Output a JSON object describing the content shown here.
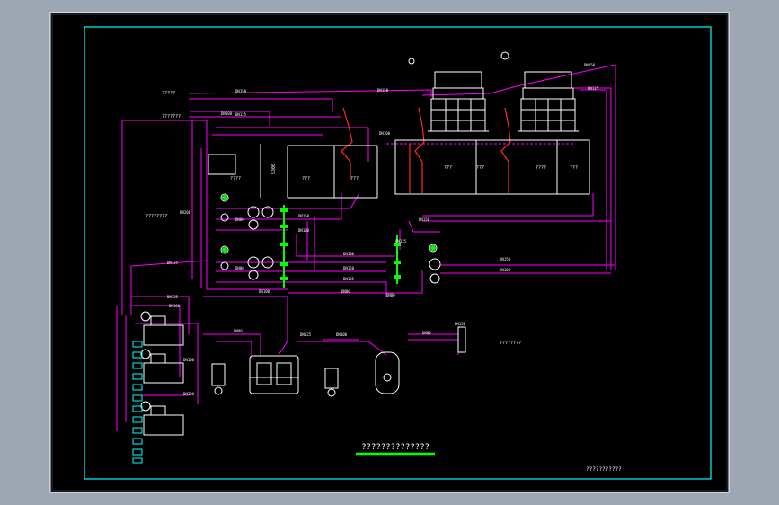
{
  "canvas": {
    "bg": "#9ca7b3",
    "sheet": "#000000",
    "frame_color": "#00ffff"
  },
  "colors": {
    "pipe": "#ff00ff",
    "equipment": "#ffffff",
    "riser": "#ff2a2a",
    "manifold": "#00ff00",
    "text": "#ffffff",
    "accent": "#00ff00"
  },
  "title_block": {
    "title": "??????????????",
    "stamp": "???????????"
  },
  "left_notes": {
    "note1": "?????",
    "note2": "???????"
  },
  "tower_labels": {
    "t1": "???",
    "t2": "???",
    "t3": "????",
    "t4": "???",
    "t5": "????"
  },
  "pipe_labels": [
    "DN150",
    "DN125",
    "DN150",
    "DN100",
    "DN150",
    "DN125",
    "DN100",
    "DN200",
    "DN80",
    "DN150",
    "DN100",
    "DN125",
    "DN80",
    "DN100",
    "DN150",
    "DN125",
    "DN100",
    "DN80",
    "DN150",
    "DN100",
    "DN125",
    "DN100",
    "DN80",
    "DN125",
    "DN100",
    "DN80",
    "DN150",
    "DN100",
    "DN100",
    "DN125",
    "DN150",
    "DN80"
  ],
  "small_labels": {
    "l5300": "5300",
    "l1": "???",
    "l2": "???",
    "in1": "????????",
    "out1": "????????"
  }
}
